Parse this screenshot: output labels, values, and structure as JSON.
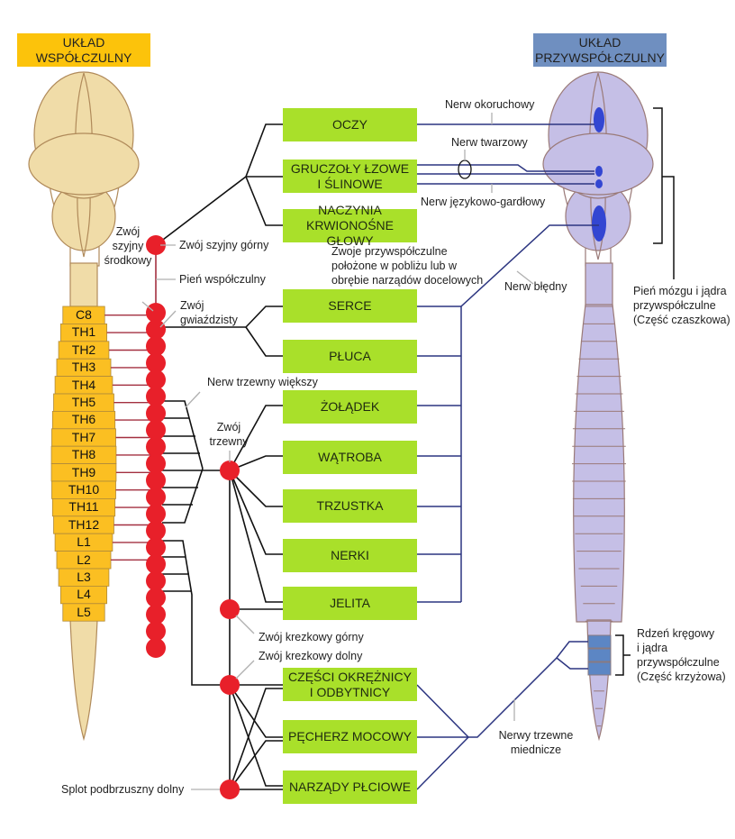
{
  "headers": {
    "sympathetic": [
      "UKŁAD",
      "WSPÓŁCZULNY"
    ],
    "parasympathetic": [
      "UKŁAD",
      "PRZYWSPÓŁCZULNY"
    ]
  },
  "colors": {
    "sympathetic_header": "#fcc30b",
    "parasympathetic_header": "#6f8fc0",
    "organ_box": "#a9e02a",
    "ganglion": "#e8202a",
    "sympathetic_body": "#f0dca8",
    "vertebra": "#fbbf22",
    "parasympathetic_body": "#c5bfe6",
    "nucleus": "#3346d2",
    "sacral_nuclei": "#5c86c4",
    "sympathetic_nerve": "#111111",
    "parasympathetic_nerve": "#2c3580",
    "preganglionic_red": "#a33040"
  },
  "vertebrae": [
    "C8",
    "TH1",
    "TH2",
    "TH3",
    "TH4",
    "TH5",
    "TH6",
    "TH7",
    "TH8",
    "TH9",
    "TH10",
    "TH11",
    "TH12",
    "L1",
    "L2",
    "L3",
    "L4",
    "L5"
  ],
  "organs": [
    {
      "id": "oczy",
      "lines": [
        "OCZY"
      ]
    },
    {
      "id": "gruczoly",
      "lines": [
        "GRUCZOŁY ŁZOWE",
        "I ŚLINOWE"
      ]
    },
    {
      "id": "naczynia",
      "lines": [
        "NACZYNIA",
        "KRWIONOŚNE GŁOWY"
      ]
    },
    {
      "id": "serce",
      "lines": [
        "SERCE"
      ]
    },
    {
      "id": "pluca",
      "lines": [
        "PŁUCA"
      ]
    },
    {
      "id": "zoladek",
      "lines": [
        "ŻOŁĄDEK"
      ]
    },
    {
      "id": "watroba",
      "lines": [
        "WĄTROBA"
      ]
    },
    {
      "id": "trzustka",
      "lines": [
        "TRZUSTKA"
      ]
    },
    {
      "id": "nerki",
      "lines": [
        "NERKI"
      ]
    },
    {
      "id": "jelita",
      "lines": [
        "JELITA"
      ]
    },
    {
      "id": "okreznica",
      "lines": [
        "CZĘŚCI OKRĘŻNICY",
        "I ODBYTNICY"
      ]
    },
    {
      "id": "pecherz",
      "lines": [
        "PĘCHERZ MOCOWY"
      ]
    },
    {
      "id": "plciowe",
      "lines": [
        "NARZĄDY PŁCIOWE"
      ]
    }
  ],
  "labels": {
    "zwoj_szyjny_gorny": "Zwój szyjny górny",
    "pien_wspolczulny": "Pień współczulny",
    "zwoj_szyjny_srodkowy": [
      "Zwój",
      "szyjny",
      "środkowy"
    ],
    "zwoj_gwiazdzisty": [
      "Zwój",
      "gwiaździsty"
    ],
    "nerw_trzewny_wiekszy": "Nerw trzewny większy",
    "zwoj_trzewny": [
      "Zwój",
      "trzewny"
    ],
    "zwoj_krezkowy_gorny": "Zwój krezkowy górny",
    "zwoj_krezkowy_dolny": "Zwój krezkowy dolny",
    "splot_podbrzuszny_dolny": "Splot podbrzuszny dolny",
    "nerw_okoruchowy": "Nerw okoruchowy",
    "nerw_twarzowy": "Nerw twarzowy",
    "nerw_jezykowo_gardlowy": "Nerw językowo-gardłowy",
    "zwoje_przywspolczulne": [
      "Zwoje przywspółczulne",
      "położone w pobliżu lub w",
      "obrębie narządów docelowych"
    ],
    "nerw_bledny": "Nerw błędny",
    "pien_mozgu": [
      "Pień mózgu i jądra",
      "przywspółczulne",
      "(Część czaszkowa)"
    ],
    "rdzen_kregowy": [
      "Rdzeń kręgowy",
      "i jądra",
      "przywspółczulne",
      "(Część krzyżowa)"
    ],
    "nerwy_trzewne_miednicze": [
      "Nerwy trzewne",
      "miednicze"
    ]
  }
}
